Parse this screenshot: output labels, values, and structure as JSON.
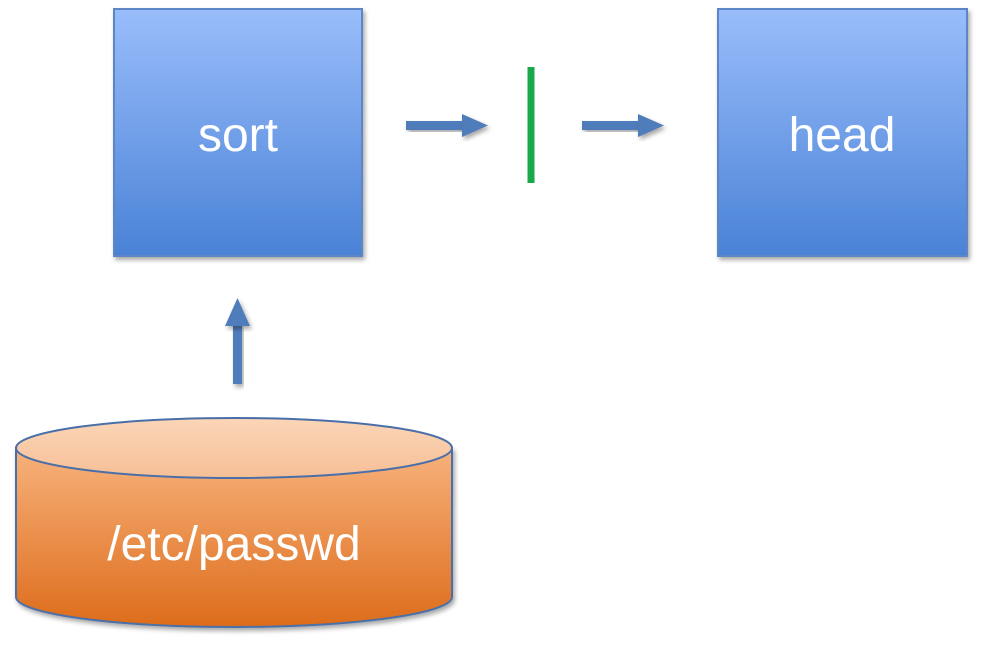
{
  "diagram": {
    "nodes": {
      "sort": {
        "label": "sort",
        "shape": "box",
        "color": "#6f9ee8"
      },
      "head": {
        "label": "head",
        "shape": "box",
        "color": "#6f9ee8"
      },
      "source": {
        "label": "/etc/passwd",
        "shape": "cylinder",
        "color": "#f0954a"
      }
    },
    "pipe": {
      "symbol": "|",
      "color": "#1aa84a"
    },
    "edges": [
      {
        "from": "source",
        "to": "sort"
      },
      {
        "from": "sort",
        "to": "pipe"
      },
      {
        "from": "pipe",
        "to": "head"
      }
    ],
    "colors": {
      "box_top": "#99bdfb",
      "box_bottom": "#4a82d6",
      "box_border": "#5b86c5",
      "cylinder_top": "#f9c7a1",
      "cylinder_bottom": "#de6e1d",
      "cylinder_border": "#4a6fa8",
      "arrow": "#4f7dbb",
      "pipe": "#1aa84a"
    }
  }
}
